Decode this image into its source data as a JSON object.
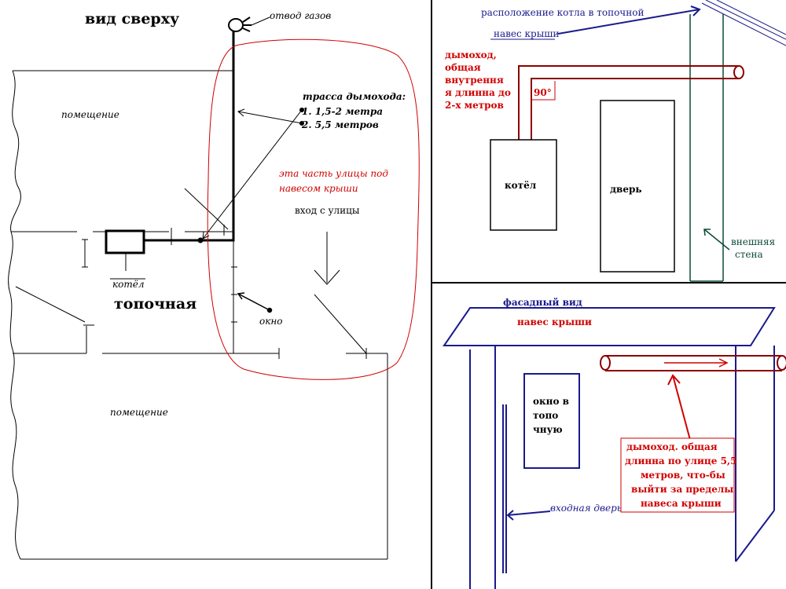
{
  "top_view": {
    "title": "вид сверху",
    "gas_outlet": "отвод газов",
    "room_top": "помещение",
    "room_bottom": "помещение",
    "boiler": "котёл",
    "boiler_room": "топочная",
    "window": "окно",
    "entrance": "вход с улицы",
    "route_title": "трасса дымохода:",
    "route_1": "1. 1,5-2 метра",
    "route_2": "2. 5,5 метров",
    "roof_note_1": "эта часть улицы под",
    "roof_note_2": "навесом крыши"
  },
  "section_view": {
    "title": "расположение котла в топочной",
    "roof_overhang": "навес крыши",
    "chimney_note": [
      "дымоход,",
      "общая",
      "внутрення",
      "я длинна до",
      "2-х метров"
    ],
    "angle": "90°",
    "boiler": "котёл",
    "door": "дверь",
    "outer_wall_1": "внешняя",
    "outer_wall_2": "стена"
  },
  "facade_view": {
    "title": "фасадный вид",
    "roof_overhang": "навес крыши",
    "window": [
      "окно в",
      "топо",
      "чную"
    ],
    "entry_door": "входная дверь",
    "chimney_note": [
      "дымоход. общая",
      "длинна по улице 5,5",
      "метров, что-бы",
      "выйти за пределы",
      "навеса крыши"
    ]
  },
  "colors": {
    "red": "#d00000",
    "dark_red": "#8b0000",
    "navy": "#1a1a8c",
    "green": "#0e4a3a",
    "black": "#000000"
  }
}
